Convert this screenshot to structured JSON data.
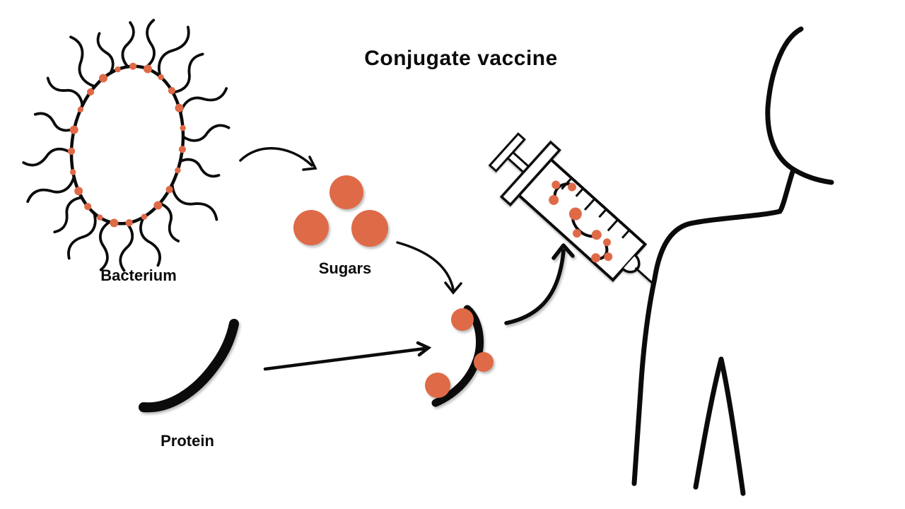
{
  "title": "Conjugate vaccine",
  "labels": {
    "bacterium": "Bacterium",
    "sugars": "Sugars",
    "protein": "Protein"
  },
  "colors": {
    "accent_orange": "#DF6A47",
    "ink": "#0b0b0b",
    "background": "#ffffff"
  },
  "figures": [
    "bacterium-icon",
    "sugars-circles-icon",
    "protein-curve-icon",
    "conjugate-icon",
    "syringe-icon",
    "human-figure-icon"
  ]
}
